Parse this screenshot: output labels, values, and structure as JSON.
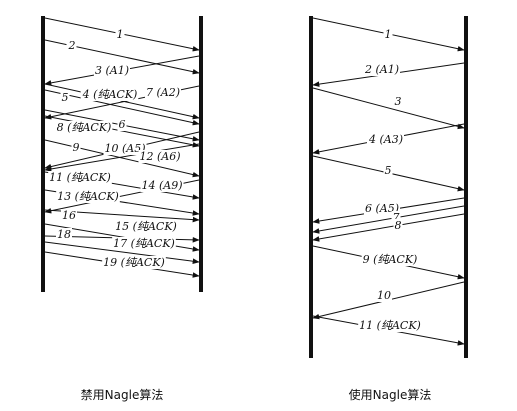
{
  "left_diagram": {
    "caption": "禁用Nagle算法",
    "messages": [
      {
        "label": "1",
        "dir": "right"
      },
      {
        "label": "2",
        "dir": "right"
      },
      {
        "label": "3 (A1)",
        "dir": "left"
      },
      {
        "label": "4 (纯ACK)",
        "dir": "right"
      },
      {
        "label": "5",
        "dir": "right"
      },
      {
        "label": "7 (A2)",
        "dir": "left"
      },
      {
        "label": "6",
        "dir": "right"
      },
      {
        "label": "8 (纯ACK)",
        "dir": "right"
      },
      {
        "label": "9",
        "dir": "right"
      },
      {
        "label": "10 (A5)",
        "dir": "left"
      },
      {
        "label": "12 (A6)",
        "dir": "left"
      },
      {
        "label": "11 (纯ACK)",
        "dir": "right"
      },
      {
        "label": "14 (A9)",
        "dir": "left"
      },
      {
        "label": "13 (纯ACK)",
        "dir": "right"
      },
      {
        "label": "16",
        "dir": "right"
      },
      {
        "label": "15 (纯ACK)",
        "dir": "right"
      },
      {
        "label": "18",
        "dir": "right"
      },
      {
        "label": "17 (纯ACK)",
        "dir": "right"
      },
      {
        "label": "19 (纯ACK)",
        "dir": "right"
      }
    ]
  },
  "right_diagram": {
    "caption": "使用Nagle算法",
    "messages": [
      {
        "label": "1",
        "dir": "right"
      },
      {
        "label": "2 (A1)",
        "dir": "left"
      },
      {
        "label": "3",
        "dir": "right"
      },
      {
        "label": "4 (A3)",
        "dir": "left"
      },
      {
        "label": "5",
        "dir": "right"
      },
      {
        "label": "6 (A5)",
        "dir": "left"
      },
      {
        "label": "7",
        "dir": "left"
      },
      {
        "label": "8",
        "dir": "left"
      },
      {
        "label": "9 (纯ACK)",
        "dir": "right"
      },
      {
        "label": "10",
        "dir": "left"
      },
      {
        "label": "11 (纯ACK)",
        "dir": "right"
      }
    ]
  }
}
